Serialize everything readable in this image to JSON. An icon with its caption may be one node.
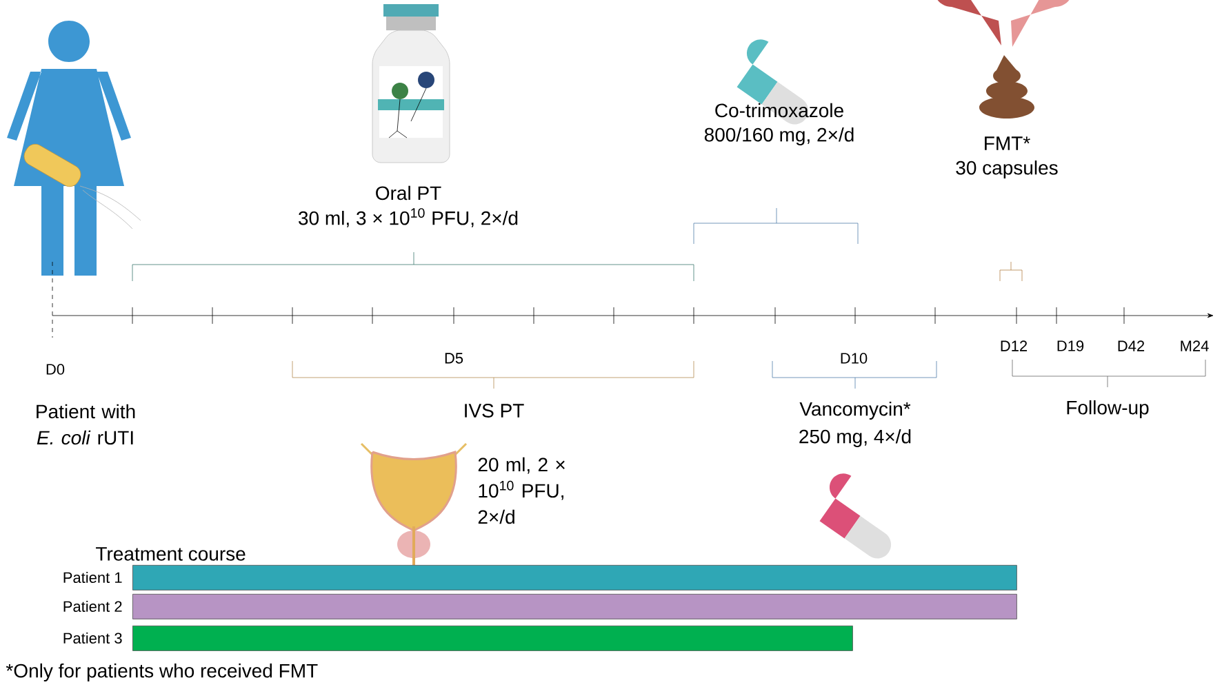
{
  "diagram": {
    "nodes": [
      {
        "text": [],
        "shape": "bar",
        "beside": [
          "Patient 1"
        ]
      },
      {
        "text": [],
        "shape": "bar",
        "beside": [
          "Patient 2"
        ]
      },
      {
        "text": [],
        "shape": "bar",
        "beside": [
          "Patient 3"
        ]
      }
    ],
    "labels": [
      "Oral PT",
      "30 ml, 3 × 10$^{10}$ PFU, 2×/d",
      "Co-trimoxazole",
      "800/160 mg, 2×/d",
      "FMT*",
      "30 capsules",
      "D0",
      "D5",
      "D10",
      "D12",
      "D19",
      "D42",
      "M24",
      "Patient with *E. coli* rUTI",
      "IVS PT",
      "Vancomycin*",
      "250 mg, 4×/d",
      "Follow-up",
      "20 ml, 2 × 10$^{10}$ PFU, 2×/d",
      "Treatment course"
    ],
    "caption": "*Only for patients who received FMT"
  }
}
